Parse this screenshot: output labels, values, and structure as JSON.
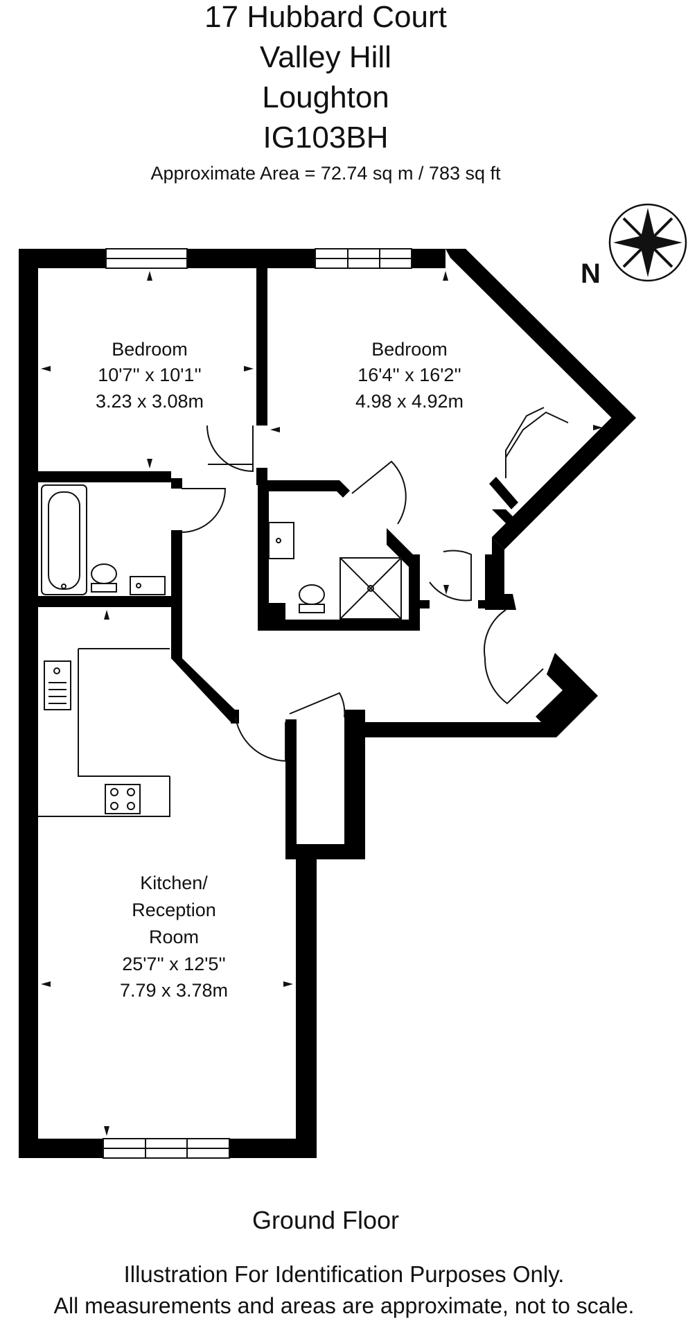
{
  "header": {
    "address_lines": [
      "17 Hubbard Court",
      "Valley Hill",
      "Loughton",
      "IG103BH"
    ],
    "area": "Approximate Area =  72.74 sq m / 783 sq ft"
  },
  "compass": {
    "label": "N"
  },
  "rooms": [
    {
      "name": "Bedroom",
      "imperial": "10'7'' x 10'1''",
      "metric": "3.23 x 3.08m"
    },
    {
      "name": "Bedroom",
      "imperial": "16'4'' x 16'2''",
      "metric": "4.98 x 4.92m"
    },
    {
      "name_lines": [
        "Kitchen/",
        "Reception",
        "Room"
      ],
      "imperial": "25'7'' x 12'5''",
      "metric": "7.79 x 3.78m"
    }
  ],
  "floor_label": "Ground Floor",
  "disclaimer": [
    "Illustration For Identification Purposes Only.",
    "All measurements and areas are approximate, not to scale."
  ]
}
